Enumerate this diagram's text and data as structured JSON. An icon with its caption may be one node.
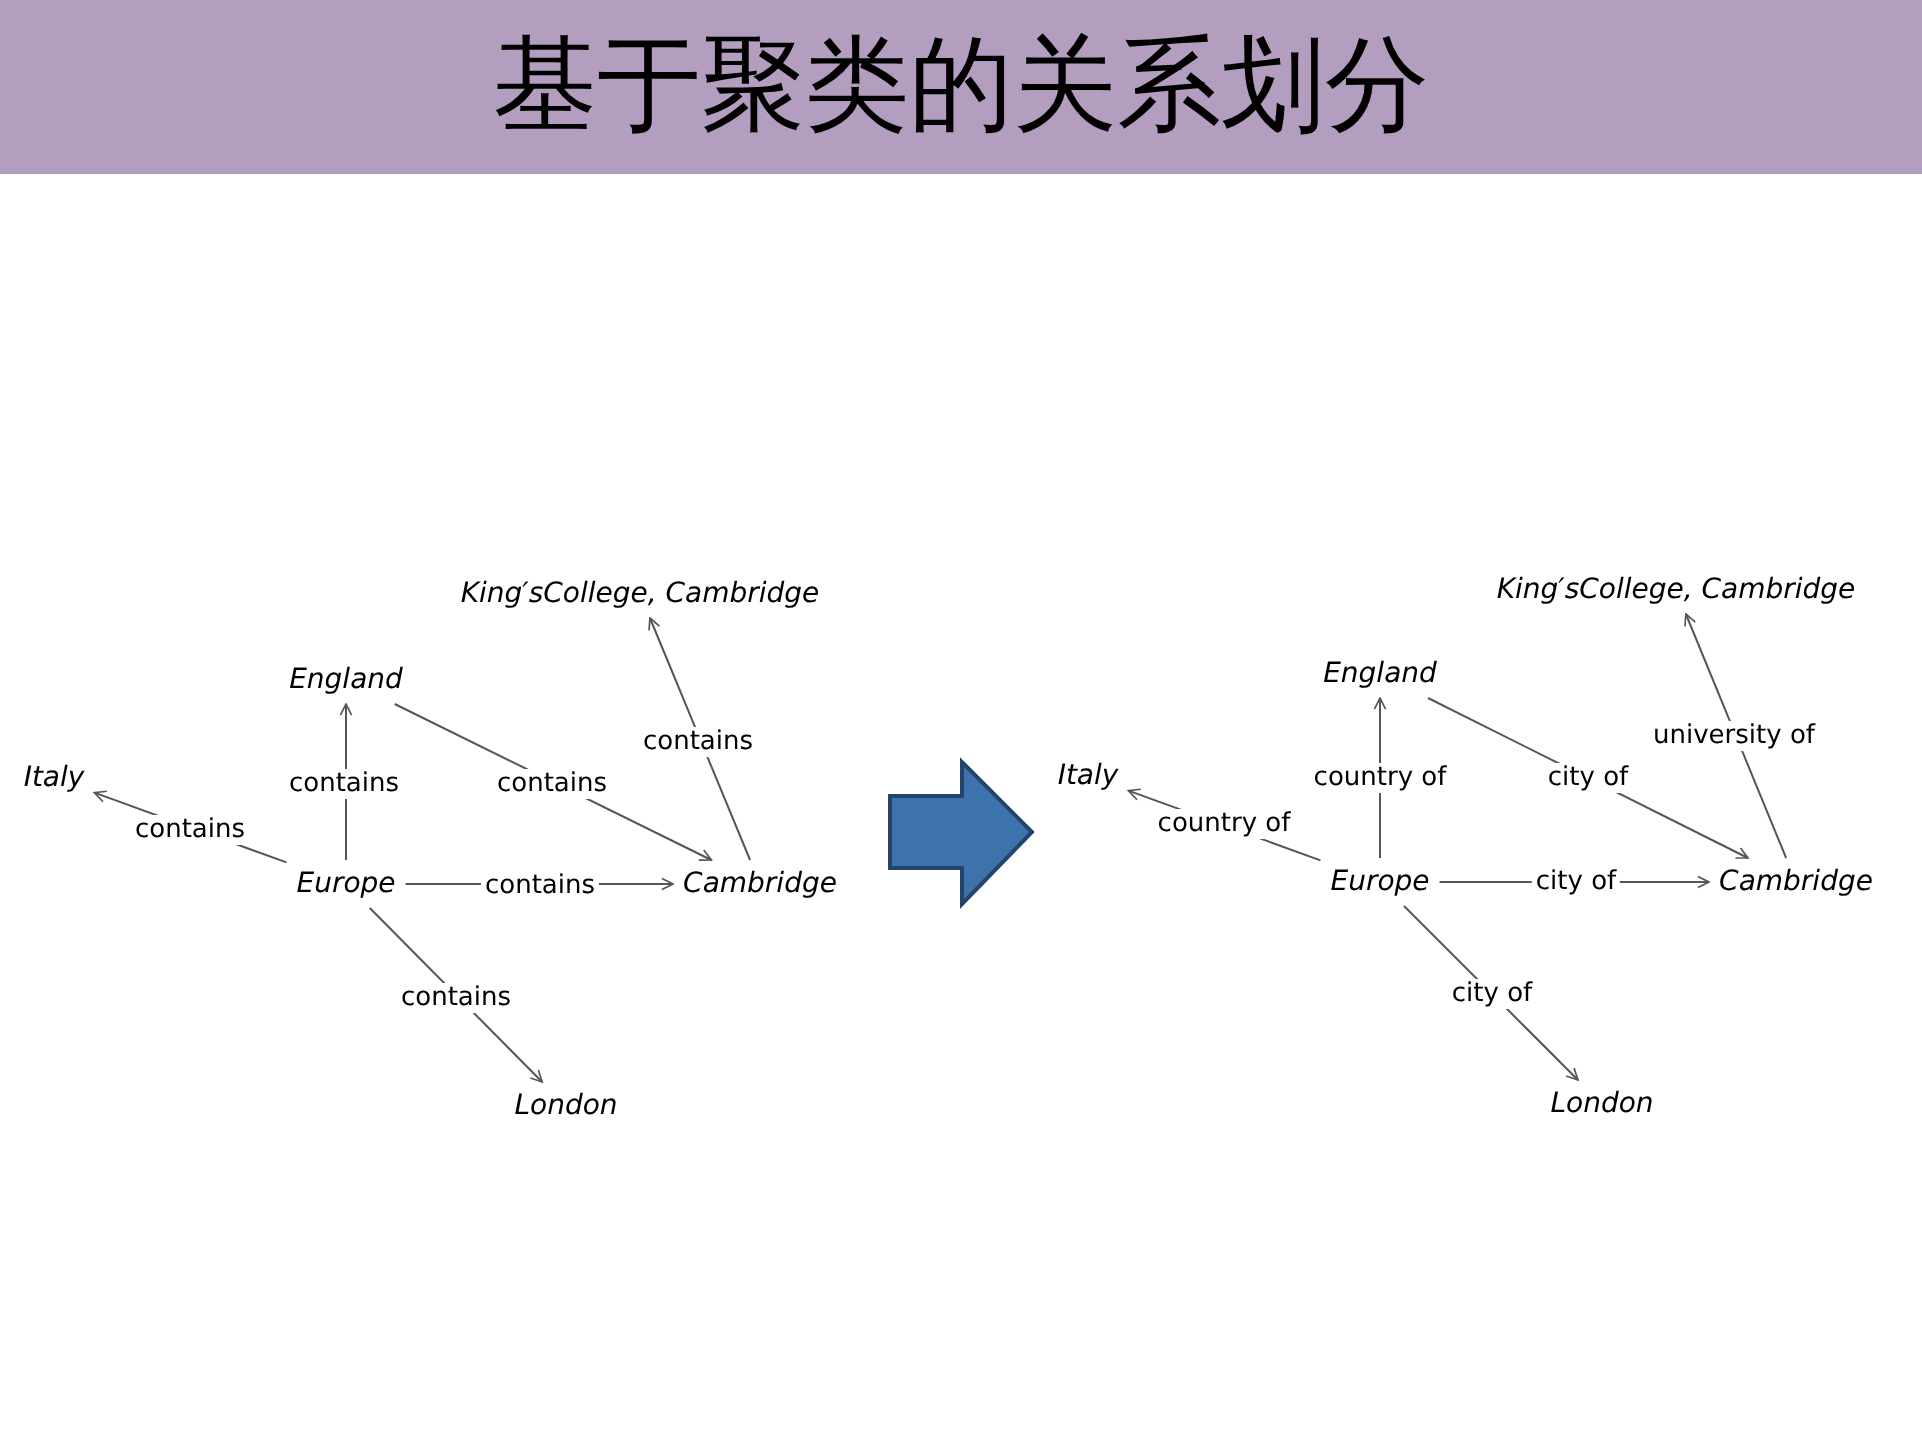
{
  "diagram": {
    "title": "基于聚类的关系划分",
    "nodes": [
      {
        "text": [
          "King′sCollege, Cambridge"
        ]
      },
      {
        "text": [
          "England"
        ]
      },
      {
        "text": [
          "Italy"
        ]
      },
      {
        "text": [
          "Europe"
        ]
      },
      {
        "text": [
          "Cambridge"
        ]
      },
      {
        "text": [
          "London"
        ]
      },
      {
        "text": [
          "King′sCollege, Cambridge"
        ]
      },
      {
        "text": [
          "England"
        ]
      },
      {
        "text": [
          "Italy"
        ]
      },
      {
        "text": [
          "Europe"
        ]
      },
      {
        "text": [
          "Cambridge"
        ]
      },
      {
        "text": [
          "London"
        ]
      }
    ],
    "edges": [
      {
        "from": 3,
        "to": 2,
        "arrow": "to",
        "label": "contains"
      },
      {
        "from": 3,
        "to": 1,
        "arrow": "to",
        "label": "contains"
      },
      {
        "from": 1,
        "to": 4,
        "arrow": "to",
        "label": "contains"
      },
      {
        "from": 4,
        "to": 0,
        "arrow": "to",
        "label": "contains"
      },
      {
        "from": 3,
        "to": 4,
        "arrow": "to",
        "label": "contains"
      },
      {
        "from": 3,
        "to": 5,
        "arrow": "to",
        "label": "contains"
      },
      {
        "from": 9,
        "to": 8,
        "arrow": "to",
        "label": "country of"
      },
      {
        "from": 9,
        "to": 7,
        "arrow": "to",
        "label": "country of"
      },
      {
        "from": 7,
        "to": 10,
        "arrow": "to",
        "label": "city of"
      },
      {
        "from": 10,
        "to": 6,
        "arrow": "to",
        "label": "university of"
      },
      {
        "from": 9,
        "to": 10,
        "arrow": "to",
        "label": "city of"
      },
      {
        "from": 9,
        "to": 11,
        "arrow": "to",
        "label": "city of"
      }
    ]
  }
}
